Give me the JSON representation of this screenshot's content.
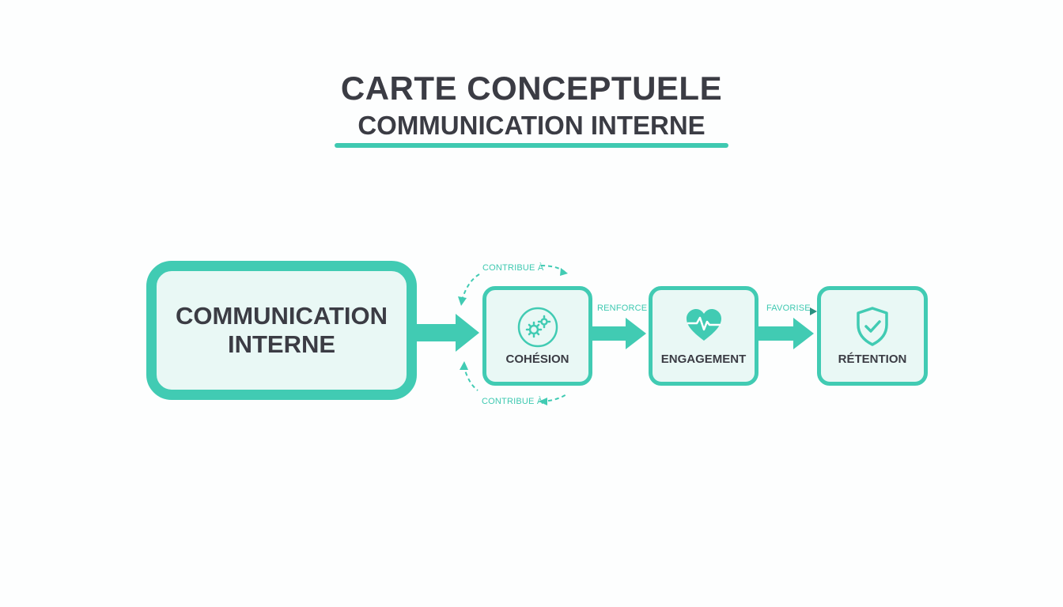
{
  "header": {
    "title": "CARTE CONCEPTUELE",
    "subtitle": "COMMUNICATION INTERNE"
  },
  "colors": {
    "accent": "#41cbb3",
    "node_fill": "#e9f8f5",
    "text": "#3b3c44",
    "background": "#fdfefe"
  },
  "nodes": {
    "main": {
      "line1": "COMMUNICATION",
      "line2": "INTERNE"
    },
    "cohesion": {
      "label": "COHÉSION",
      "icon": "gears-icon"
    },
    "engagement": {
      "label": "ENGAGEMENT",
      "icon": "heart-pulse-icon"
    },
    "retention": {
      "label": "RÉTENTION",
      "icon": "shield-check-icon"
    }
  },
  "edges": {
    "contribue_top": "CONTRIBUE À",
    "contribue_bottom": "CONTRIBUE À",
    "renforce": "RENFORCE",
    "favorise": "FAVORISE"
  }
}
